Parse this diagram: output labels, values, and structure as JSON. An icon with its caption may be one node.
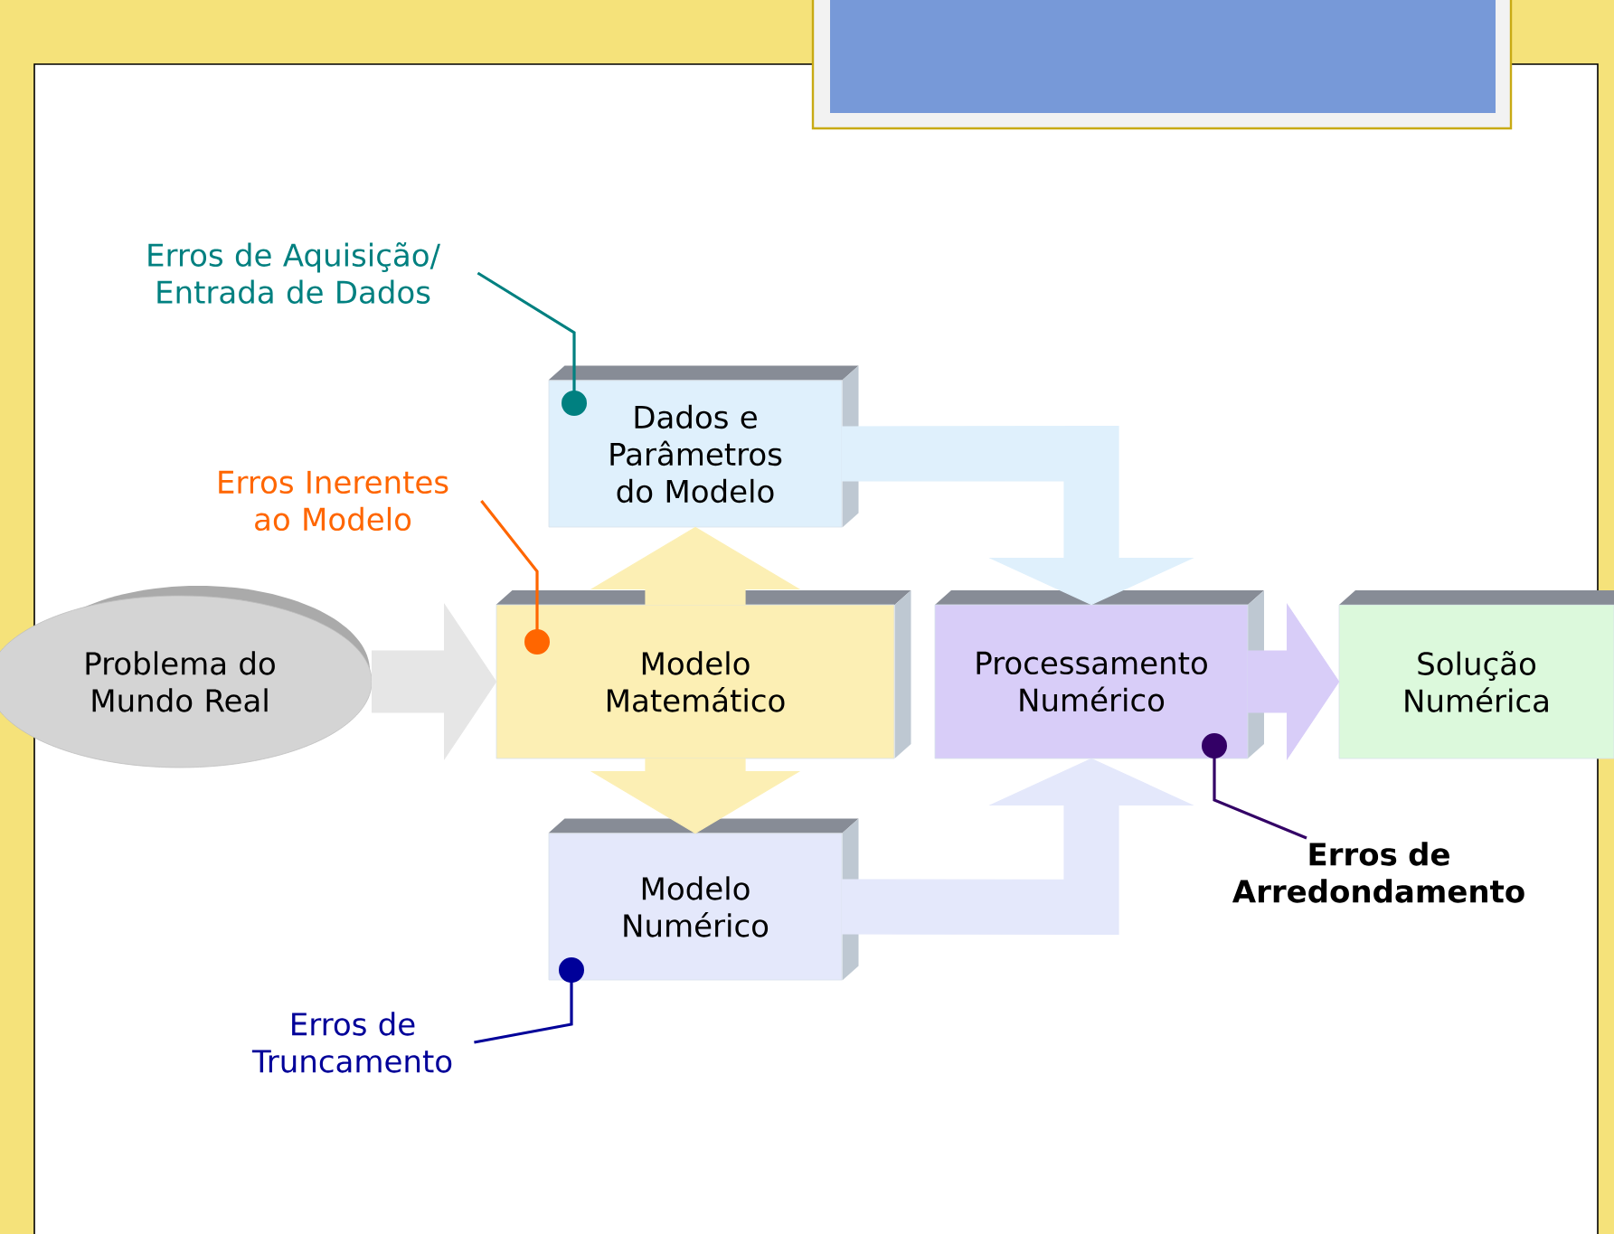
{
  "diagram": {
    "nodes": [
      {
        "text": [
          "Problema do Mundo Real"
        ]
      },
      {
        "text": [
          "Dados e Parâmetros do Modelo"
        ]
      },
      {
        "text": [
          "Modelo Matemático"
        ]
      },
      {
        "text": [
          "Modelo Numérico"
        ]
      },
      {
        "text": [
          "Processamento Numérico"
        ]
      },
      {
        "text": [
          "Solução Numérica"
        ]
      },
      {
        "text": [
          "Erros de Aquisição/ Entrada de Dados"
        ]
      },
      {
        "text": [
          "Erros Inerentes ao Modelo"
        ]
      },
      {
        "text": [
          "Erros de Truncamento"
        ]
      },
      {
        "text": [
          "Erros de Arredondamento"
        ]
      }
    ],
    "edges": [
      {
        "from": 0,
        "to": 2,
        "arrow": "to",
        "style": "thick",
        "color": "#e6e6e6"
      },
      {
        "from": 2,
        "to": 1,
        "arrow": "to",
        "style": "thick",
        "color": "#fcefb4"
      },
      {
        "from": 2,
        "to": 3,
        "arrow": "to",
        "style": "thick",
        "color": "#fcefb4"
      },
      {
        "from": 1,
        "to": 4,
        "arrow": "to",
        "style": "thick",
        "color": "#dff0fc"
      },
      {
        "from": 3,
        "to": 4,
        "arrow": "to",
        "style": "thick",
        "color": "#e4e8fb"
      },
      {
        "from": 4,
        "to": 5,
        "arrow": "to",
        "style": "thick",
        "color": "#d8cdf8"
      },
      {
        "from": 6,
        "to": 1,
        "arrow": "other",
        "color": "#008080"
      },
      {
        "from": 7,
        "to": 2,
        "arrow": "other",
        "color": "#ff6600"
      },
      {
        "from": 8,
        "to": 3,
        "arrow": "other",
        "color": "#000099"
      },
      {
        "from": 9,
        "to": 4,
        "arrow": "other",
        "color": "#330066"
      }
    ]
  }
}
